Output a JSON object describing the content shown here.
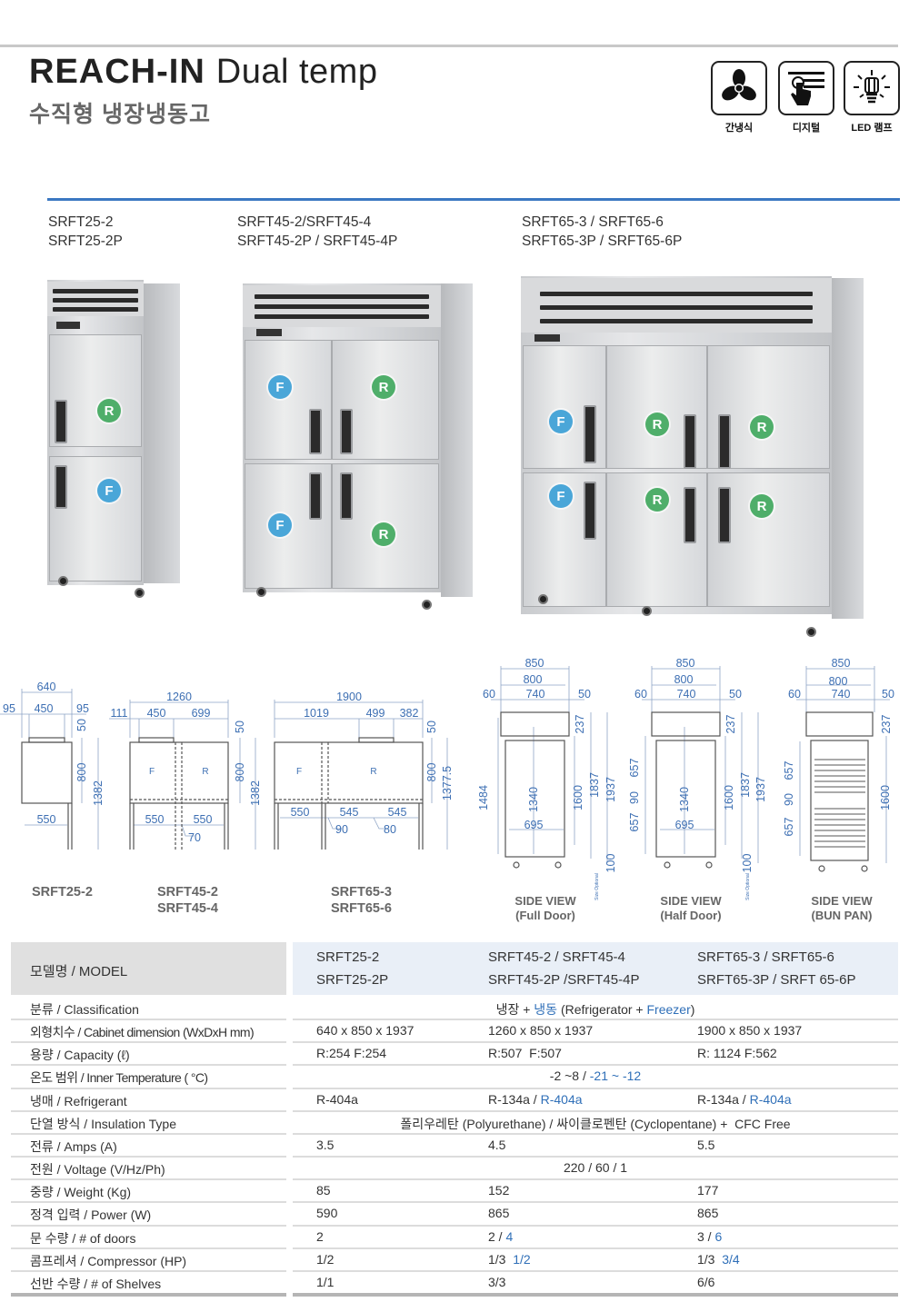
{
  "header": {
    "title_bold": "REACH-IN",
    "title_light": "Dual temp",
    "subtitle": "수직형 냉장냉동고"
  },
  "features": [
    {
      "icon": "fan-icon",
      "label": "간냉식"
    },
    {
      "icon": "digital-touch-icon",
      "label": "디지털"
    },
    {
      "icon": "led-lamp-icon",
      "label": "LED 램프"
    }
  ],
  "products": [
    {
      "line1": "SRFT25-2",
      "line2": "SRFT25-2P"
    },
    {
      "line1": "SRFT45-2/SRFT45-4",
      "line2": "SRFT45-2P / SRFT45-4P"
    },
    {
      "line1": "SRFT65-3 / SRFT65-6",
      "line2": "SRFT65-3P / SRFT65-6P"
    }
  ],
  "badges": {
    "freezer": "F",
    "refrigerator": "R"
  },
  "colors": {
    "accent": "#3b78c2",
    "freezer": "#4aa6d8",
    "refrigerator": "#4fae6a",
    "highlight": "#2f6fb8"
  },
  "front_views": [
    {
      "caption": [
        "SRFT25-2"
      ],
      "dims": {
        "w": "640",
        "l": "95",
        "m": "450",
        "r": "95",
        "top": "50",
        "h1": "800",
        "h2": "1382",
        "leg": "550"
      }
    },
    {
      "caption": [
        "SRFT45-2",
        "SRFT45-4"
      ],
      "zones": [
        "F",
        "R"
      ],
      "dims": {
        "w": "1260",
        "a": "111",
        "b": "450",
        "c": "699",
        "top": "50",
        "h1": "800",
        "h2": "1382",
        "leg1": "550",
        "leg2": "550",
        "gap": "70"
      }
    },
    {
      "caption": [
        "SRFT65-3",
        "SRFT65-6"
      ],
      "zones": [
        "F",
        "R"
      ],
      "dims": {
        "w": "1900",
        "a": "1019",
        "b": "499",
        "c": "382",
        "top": "50",
        "h1": "800",
        "h2": "1377.5",
        "leg1": "550",
        "leg2": "545",
        "leg3": "545",
        "gap1": "90",
        "gap2": "80"
      }
    }
  ],
  "side_views": [
    {
      "caption": [
        "SIDE VIEW",
        "(Full Door)"
      ],
      "note": "Size Optional",
      "dims": {
        "d": "850",
        "d2": "800",
        "d3": "740",
        "l": "60",
        "r": "50",
        "top": "237",
        "h1484": "1484",
        "h1340": "1340",
        "w695": "695",
        "h1600": "1600",
        "h1837": "1837",
        "h1937": "1937",
        "caster": "100"
      }
    },
    {
      "caption": [
        "SIDE VIEW",
        "(Half Door)"
      ],
      "note": "Size Optional",
      "dims": {
        "d": "850",
        "d2": "800",
        "d3": "740",
        "l": "60",
        "r": "50",
        "top": "237",
        "u": "657",
        "g": "90",
        "b": "657",
        "h1340": "1340",
        "w695": "695",
        "h1600": "1600",
        "h1837": "1837",
        "h1937": "1937",
        "caster": "100"
      }
    },
    {
      "caption": [
        "SIDE VIEW",
        "(BUN PAN)"
      ],
      "dims": {
        "d": "850",
        "d2": "800",
        "d3": "740",
        "l": "60",
        "r": "50",
        "top": "237",
        "u": "657",
        "g": "90",
        "b": "657",
        "h1600": "1600"
      }
    }
  ],
  "table": {
    "header_label": "모델명 / MODEL",
    "models": [
      [
        "SRFT25-2",
        "SRFT25-2P"
      ],
      [
        "SRFT45-2 / SRFT45-4",
        "SRFT45-2P /SRFT45-4P"
      ],
      [
        "SRFT65-3 / SRFT65-6",
        "SRFT65-3P / SRFT 65-6P"
      ]
    ],
    "rows": [
      {
        "label": "분류 / Classification",
        "cells": [
          [
            {
              "text": "냉장 + "
            },
            {
              "text": "냉동",
              "highlight": true
            },
            {
              "text": " (Refrigerator + "
            },
            {
              "text": "Freezer",
              "highlight": true
            },
            {
              "text": ")"
            }
          ]
        ]
      },
      {
        "label": "외형치수 / Cabinet dimension (WxDxH mm)",
        "cells": [
          [
            {
              "text": "640 x 850 x 1937"
            }
          ],
          [
            {
              "text": "1260 x 850 x 1937"
            }
          ],
          [
            {
              "text": "1900 x 850 x 1937"
            }
          ]
        ]
      },
      {
        "label": "용량 / Capacity (ℓ)",
        "cells": [
          [
            {
              "text": "R:254 F:254"
            }
          ],
          [
            {
              "text": "R:507  F:507"
            }
          ],
          [
            {
              "text": "R: 1124 F:562"
            }
          ]
        ]
      },
      {
        "label": "온도 범위 / Inner Temperature ( °C)",
        "cells": [
          [
            {
              "text": "-2 ~8 / "
            },
            {
              "text": "-21 ~ -12",
              "highlight": true
            }
          ]
        ]
      },
      {
        "label": "냉매 /  Refrigerant",
        "cells": [
          [
            {
              "text": "R-404a"
            }
          ],
          [
            {
              "text": "R-134a / "
            },
            {
              "text": "R-404a",
              "highlight": true
            }
          ],
          [
            {
              "text": "R-134a / "
            },
            {
              "text": "R-404a",
              "highlight": true
            }
          ]
        ]
      },
      {
        "label": "단열 방식 / Insulation Type",
        "cells": [
          [
            {
              "text": "폴리우레탄 (Polyurethane) / 싸이클로펜탄 (Cyclopentane) +  CFC Free"
            }
          ]
        ]
      },
      {
        "label": "전류 /  Amps (A)",
        "cells": [
          [
            {
              "text": "3.5"
            }
          ],
          [
            {
              "text": "4.5"
            }
          ],
          [
            {
              "text": "5.5"
            }
          ]
        ]
      },
      {
        "label": "전원 / Voltage (V/Hz/Ph)",
        "cells": [
          [
            {
              "text": "220 / 60 / 1"
            }
          ]
        ]
      },
      {
        "label": "중량 / Weight (Kg)",
        "cells": [
          [
            {
              "text": "85"
            }
          ],
          [
            {
              "text": "152"
            }
          ],
          [
            {
              "text": "177"
            }
          ]
        ]
      },
      {
        "label": "정격 입력 / Power (W)",
        "cells": [
          [
            {
              "text": "590"
            }
          ],
          [
            {
              "text": "865"
            }
          ],
          [
            {
              "text": "865"
            }
          ]
        ]
      },
      {
        "label": "문 수량 / # of doors",
        "cells": [
          [
            {
              "text": "2"
            }
          ],
          [
            {
              "text": "2 / "
            },
            {
              "text": "4",
              "highlight": true
            }
          ],
          [
            {
              "text": "3 / "
            },
            {
              "text": "6",
              "highlight": true
            }
          ]
        ]
      },
      {
        "label": "콤프레셔 / Compressor (HP)",
        "cells": [
          [
            {
              "text": "1/2"
            }
          ],
          [
            {
              "text": "1/3  "
            },
            {
              "text": "1/2",
              "highlight": true
            }
          ],
          [
            {
              "text": "1/3  "
            },
            {
              "text": "3/4",
              "highlight": true
            }
          ]
        ]
      },
      {
        "label": "선반 수량 / # of  Shelves",
        "cells": [
          [
            {
              "text": "1/1"
            }
          ],
          [
            {
              "text": "3/3"
            }
          ],
          [
            {
              "text": "6/6"
            }
          ]
        ]
      }
    ]
  }
}
